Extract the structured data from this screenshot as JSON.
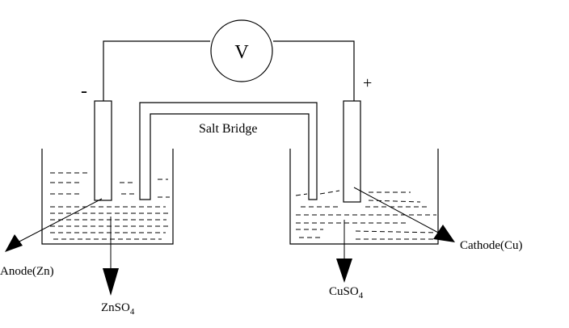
{
  "voltmeter": {
    "symbol": "V"
  },
  "terminals": {
    "negative": "-",
    "positive": "+"
  },
  "salt_bridge": {
    "label": "Salt Bridge"
  },
  "anode": {
    "label": "Anode(Zn)"
  },
  "cathode": {
    "label": "Cathode(Cu)"
  },
  "left_solution": {
    "formula": "ZnSO",
    "subscript": "4"
  },
  "right_solution": {
    "formula": "CuSO",
    "subscript": "4"
  }
}
